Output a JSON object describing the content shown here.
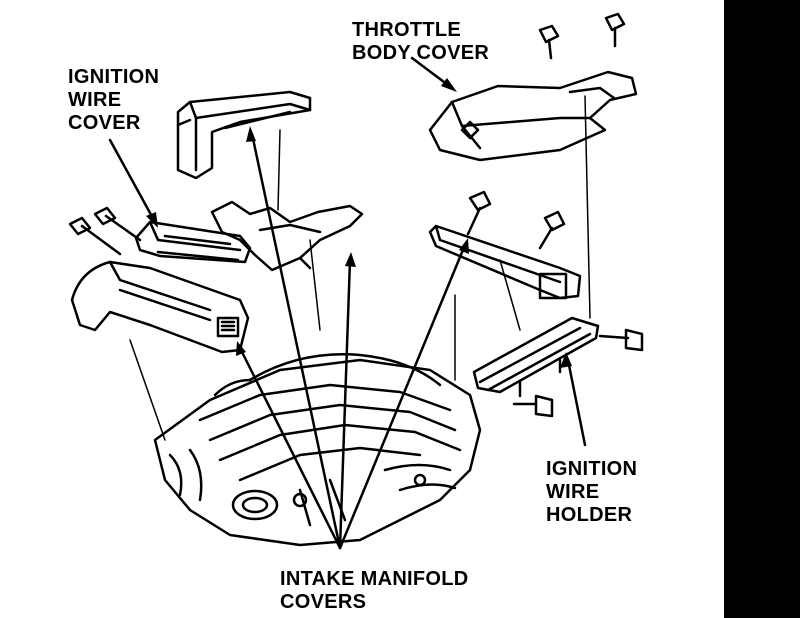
{
  "labels": {
    "throttle_body_cover": [
      "THROTTLE",
      "BODY COVER"
    ],
    "ignition_wire_cover": [
      "IGNITION",
      "WIRE",
      "COVER"
    ],
    "ignition_wire_holder": [
      "IGNITION",
      "WIRE",
      "HOLDER"
    ],
    "intake_manifold_covers": [
      "INTAKE MANIFOLD",
      "COVERS"
    ]
  },
  "colors": {
    "ink": "#000000",
    "paper": "#ffffff"
  }
}
